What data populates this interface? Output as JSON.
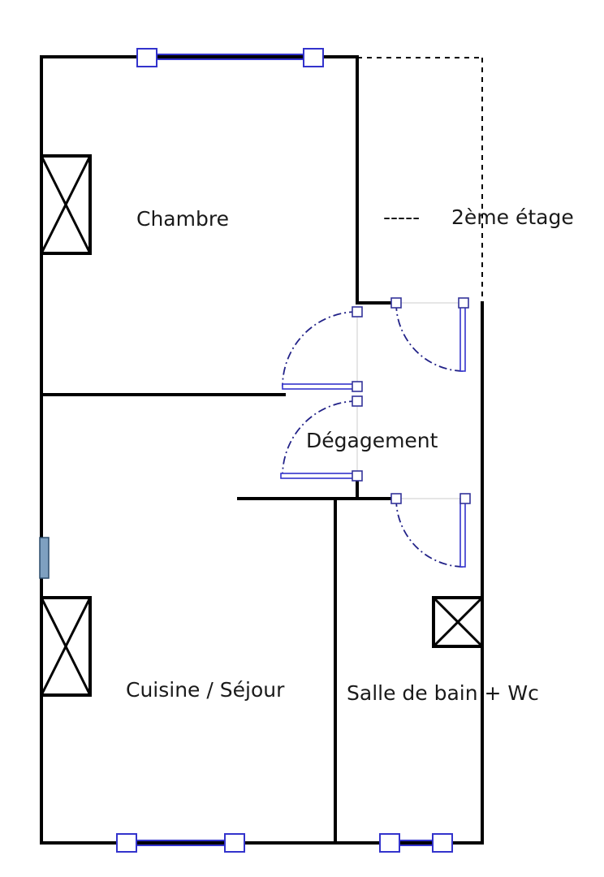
{
  "rooms": {
    "chambre": "Chambre",
    "degagement": "Dégagement",
    "cuisine_sejour": "Cuisine / Séjour",
    "salle_de_bain": "Salle de bain + Wc"
  },
  "legend": {
    "dash_sample": "-----",
    "floor_label": "2ème étage"
  },
  "colors": {
    "wall": "#000000",
    "opening": "#3333cc",
    "door_swing": "#222288",
    "marker": "#7ea0c0"
  }
}
